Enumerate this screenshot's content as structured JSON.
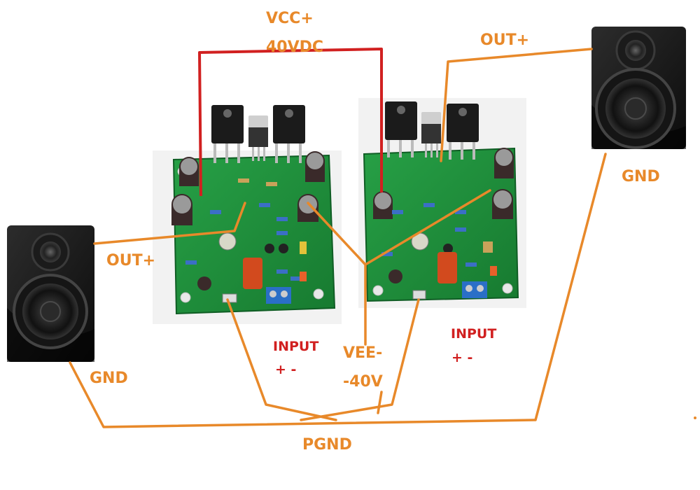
{
  "labels": {
    "vcc_line1": "VCC+",
    "vcc_line2": "40VDC",
    "out_right": "OUT+",
    "out_left": "OUT+",
    "gnd_right": "GND",
    "gnd_left": "GND",
    "input_left_line1": "INPUT",
    "input_left_line2": "+ -",
    "input_right_line1": "INPUT",
    "input_right_line2": "+ -",
    "vee_line1": "VEE-",
    "vee_line2": "-40V",
    "pgnd": "PGND"
  },
  "colors": {
    "power_wire": "#d12020",
    "signal_wire": "#e8892a",
    "pcb_green": "#1f8a3a",
    "speaker_body": "#1a1a1a"
  },
  "icons": [
    "speaker-icon",
    "amplifier-board-icon",
    "transistor-icon",
    "capacitor-icon",
    "terminal-block-icon"
  ]
}
